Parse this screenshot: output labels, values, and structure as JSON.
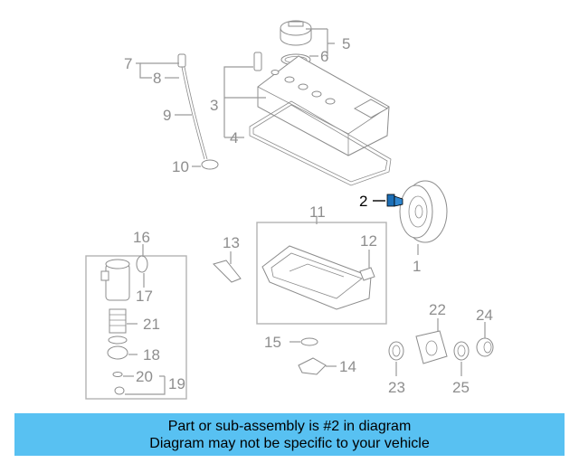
{
  "callouts": {
    "c1": "1",
    "c2": "2",
    "c3": "3",
    "c4": "4",
    "c5": "5",
    "c6": "6",
    "c7": "7",
    "c8": "8",
    "c9": "9",
    "c10": "10",
    "c11": "11",
    "c12": "12",
    "c13": "13",
    "c14": "14",
    "c15": "15",
    "c16": "16",
    "c17": "17",
    "c18": "18",
    "c19": "19",
    "c20": "20",
    "c21": "21",
    "c22": "22",
    "c23": "23",
    "c24": "24",
    "c25": "25"
  },
  "highlighted_callout": "2",
  "colors": {
    "caption_background": "#58c1f2",
    "callout_text": "#8e8e8e",
    "highlight": "#000000"
  },
  "caption": {
    "line1": "Part or sub-assembly is #2 in diagram",
    "line2": "Diagram may not be specific to your vehicle"
  }
}
